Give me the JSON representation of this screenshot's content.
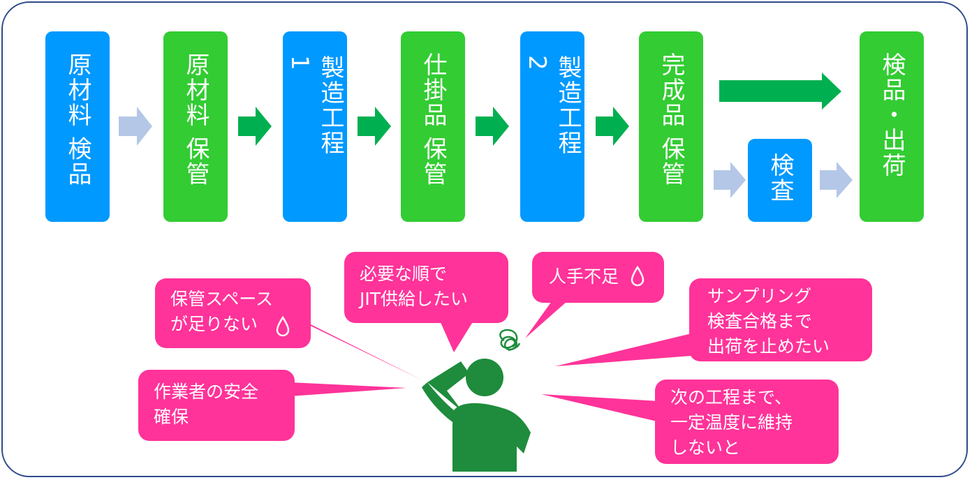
{
  "flow": {
    "b1": "原材料 検品",
    "b2": "原材料 保管",
    "b3": "製造工程\n1",
    "b4": "仕掛品 保管",
    "b5": "製造工程\n2",
    "b6": "完成品 保管",
    "b7": "検査",
    "b8": "検品・出荷"
  },
  "bubbles": {
    "storage": "保管スペース\nが足りない",
    "jit": "必要な順で\nJIT供給したい",
    "staff": "人手不足",
    "sampling": "サンプリング\n検査合格まで\n出荷を止めたい",
    "safety": "作業者の安全\n確保",
    "temperature": "次の工程まで、\n一定温度に維持\nしないと"
  },
  "colors": {
    "blue": "#0099ff",
    "green": "#33cc33",
    "dark_green": "#00b050",
    "light_arrow": "#b4c7e7",
    "pink": "#ff3399",
    "person": "#1e8c3c"
  },
  "icons": [
    "drop-icon",
    "worried-person-icon",
    "scribble-icon"
  ]
}
